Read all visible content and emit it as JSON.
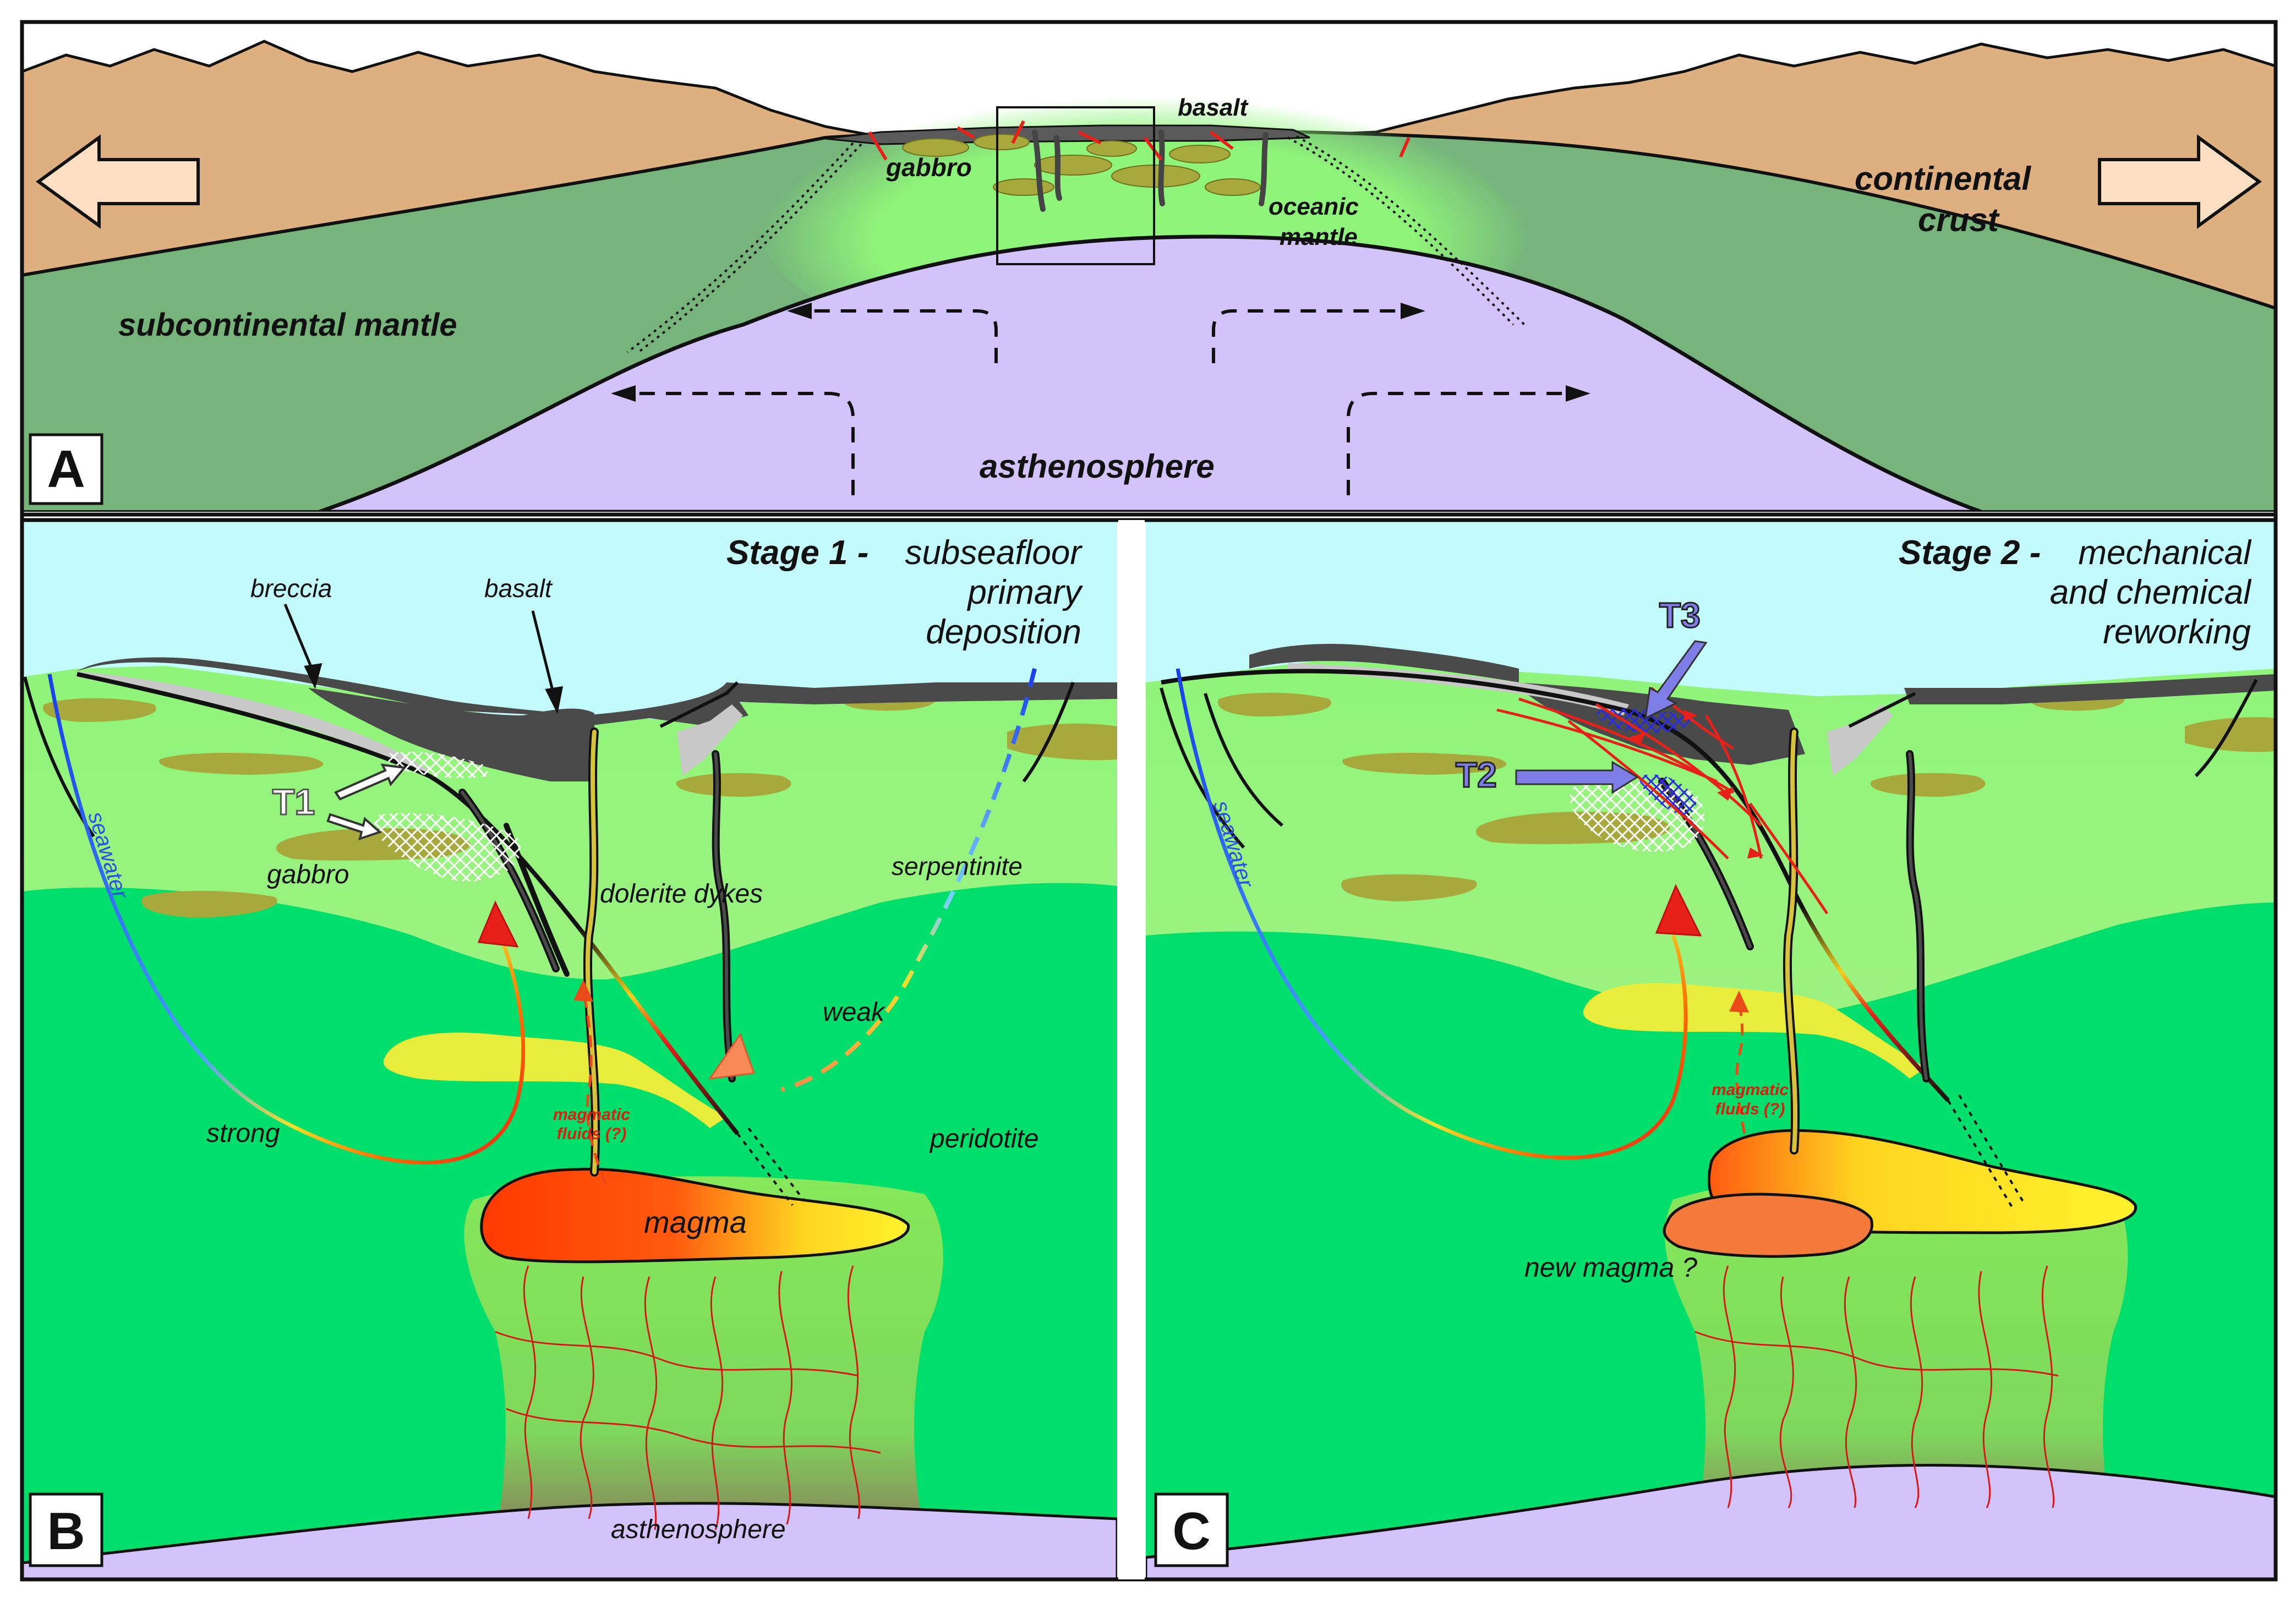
{
  "panels": {
    "a": {
      "letter": "A",
      "labels": {
        "basalt": "basalt",
        "gabbro": "gabbro",
        "oceanic_mantle_1": "oceanic",
        "oceanic_mantle_2": "mantle",
        "continental_crust_1": "continental",
        "continental_crust_2": "crust",
        "subcontinental_mantle": "subcontinental mantle",
        "asthenosphere": "asthenosphere"
      }
    },
    "b": {
      "letter": "B",
      "title_bold": "Stage 1 -",
      "title_l1": "subseafloor",
      "title_l2": "primary",
      "title_l3": "deposition",
      "labels": {
        "breccia": "breccia",
        "basalt": "basalt",
        "t1": "T1",
        "gabbro": "gabbro",
        "dolerite_dykes": "dolerite dykes",
        "serpentinite": "serpentinite",
        "seawater": "seawater",
        "weak": "weak",
        "strong": "strong",
        "peridotite": "peridotite",
        "magmatic_1": "magmatic",
        "magmatic_2": "fluids (?)",
        "magma": "magma",
        "asthenosphere": "asthenosphere"
      }
    },
    "c": {
      "letter": "C",
      "title_bold": "Stage 2 -",
      "title_l1": "mechanical",
      "title_l2": "and chemical",
      "title_l3": "reworking",
      "labels": {
        "t3": "T3",
        "t2": "T2",
        "seawater": "seawater",
        "magmatic_1": "magmatic",
        "magmatic_2": "fluids (?)",
        "new_magma": "new magma ?"
      }
    }
  },
  "colors": {
    "sky": "#c3fbfc",
    "continental_crust": "#deb07f",
    "subcontinental_mantle": "#76b47c",
    "oceanic_mantle": "#8ff47a",
    "asthenosphere": "#d2c3fa",
    "peridotite": "#00df6b",
    "gabbro": "#a8a93c",
    "basalt": "#4a4a4a",
    "breccia": "#c8c8c8",
    "magma_hot": "#ff3a00",
    "magma_warm": "#fff12a",
    "melt_lens": "#e8ec3a",
    "new_magma": "#f47a3c",
    "fault_red": "#e8201a",
    "seawater_blue": "#2a4ee8",
    "t23_arrow": "#7e7ee6",
    "arrow_fill": "#fde0c4"
  }
}
